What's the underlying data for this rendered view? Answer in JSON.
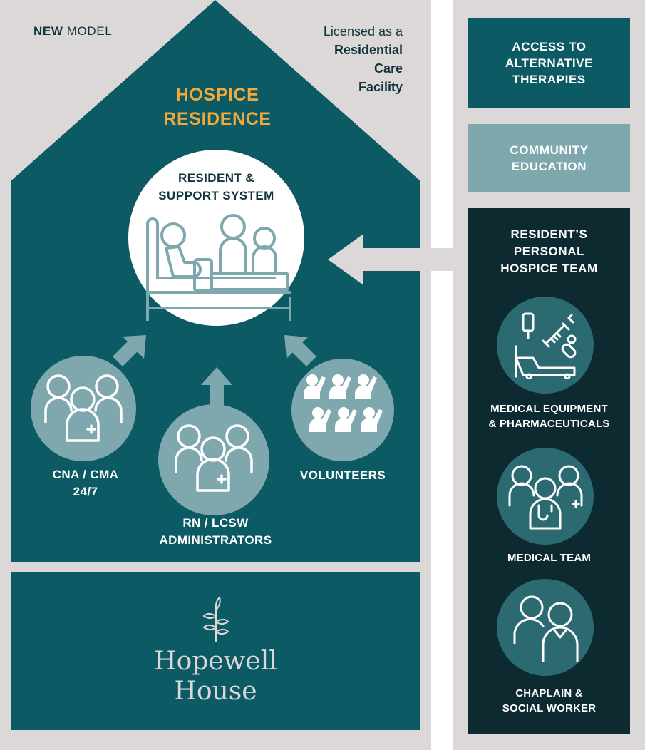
{
  "house": {
    "model_label_bold": "NEW",
    "model_label_rest": "MODEL",
    "license_prefix": "Licensed as a",
    "license_line1": "Residential",
    "license_line2": "Care",
    "license_line3": "Facility",
    "title_line1": "HOSPICE",
    "title_line2": "RESIDENCE"
  },
  "center": {
    "label_line1": "RESIDENT &",
    "label_line2": "SUPPORT SYSTEM"
  },
  "contributors": [
    {
      "line1": "CNA / CMA",
      "line2": "24/7"
    },
    {
      "line1": "RN / LCSW",
      "line2": "ADMINISTRATORS"
    },
    {
      "line1": "VOLUNTEERS",
      "line2": ""
    }
  ],
  "brand": {
    "line1": "Hopewell",
    "line2": "House"
  },
  "sidebar": {
    "access_line1": "ACCESS TO",
    "access_line2": "ALTERNATIVE",
    "access_line3": "THERAPIES",
    "community_line1": "COMMUNITY",
    "community_line2": "EDUCATION",
    "team_line1": "RESIDENT’S",
    "team_line2": "PERSONAL",
    "team_line3": "HOSPICE TEAM",
    "team_items": [
      {
        "line1": "MEDICAL EQUIPMENT",
        "line2": "& PHARMACEUTICALS",
        "icon": "medical-equipment-icon"
      },
      {
        "line1": "MEDICAL TEAM",
        "line2": "",
        "icon": "medical-team-icon"
      },
      {
        "line1": "CHAPLAIN &",
        "line2": "SOCIAL WORKER",
        "icon": "chaplain-social-worker-icon"
      }
    ]
  },
  "colors": {
    "teal_dark": "#0c5a63",
    "teal_light": "#7ea8ad",
    "navy": "#0d2a30",
    "gray": "#dcd8d8",
    "accent": "#f2a93b"
  }
}
